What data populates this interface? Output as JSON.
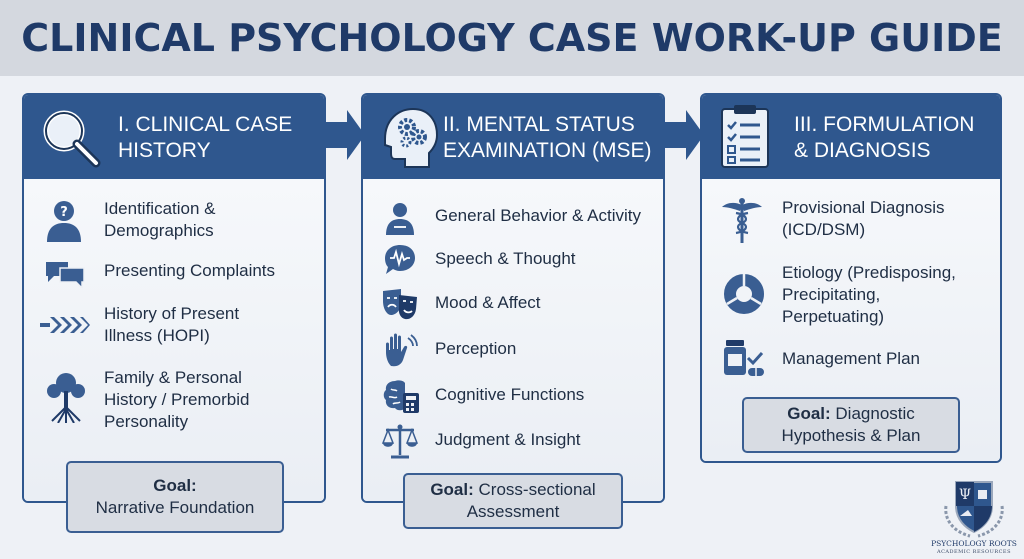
{
  "title": "CLINICAL PSYCHOLOGY CASE WORK-UP GUIDE",
  "colors": {
    "primary": "#2f578e",
    "title": "#1f3a68",
    "background": "#eef1f6",
    "goal_box": "#d8dce3"
  },
  "panels": [
    {
      "heading_line1": "I. CLINICAL CASE",
      "heading_line2": "HISTORY",
      "icon": "magnifier-icon",
      "items": [
        {
          "icon": "person-question-icon",
          "line1": "Identification &",
          "line2": "Demographics"
        },
        {
          "icon": "speech-bubbles-icon",
          "line1": "Presenting Complaints",
          "line2": ""
        },
        {
          "icon": "chevron-arrows-icon",
          "line1": "History of Present",
          "line2": "Illness (HOPI)"
        },
        {
          "icon": "family-tree-icon",
          "line1": "Family & Personal",
          "line2": "History / Premorbid",
          "line3": "Personality"
        }
      ],
      "goal_label": "Goal:",
      "goal_line1": "",
      "goal_line2": "Narrative Foundation"
    },
    {
      "heading_line1": "II. MENTAL STATUS",
      "heading_line2": "EXAMINATION (MSE)",
      "icon": "head-gears-icon",
      "items": [
        {
          "icon": "person-icon",
          "line1": "General Behavior & Activity"
        },
        {
          "icon": "speech-wave-icon",
          "line1": "Speech & Thought"
        },
        {
          "icon": "theater-masks-icon",
          "line1": "Mood & Affect"
        },
        {
          "icon": "hand-icon",
          "line1": "Perception"
        },
        {
          "icon": "brain-calculator-icon",
          "line1": "Cognitive Functions"
        },
        {
          "icon": "scales-icon",
          "line1": "Judgment & Insight"
        }
      ],
      "goal_label": "Goal:",
      "goal_line1": "Cross-sectional",
      "goal_line2": "Assessment"
    },
    {
      "heading_line1": "III. FORMULATION",
      "heading_line2": "& DIAGNOSIS",
      "icon": "clipboard-checklist-icon",
      "items": [
        {
          "icon": "caduceus-icon",
          "line1": "Provisional Diagnosis",
          "line2": "(ICD/DSM)"
        },
        {
          "icon": "donut-chart-icon",
          "line1": "Etiology (Predisposing,",
          "line2": "Precipitating,",
          "line3": "Perpetuating)"
        },
        {
          "icon": "pills-bottle-icon",
          "line1": "Management Plan"
        }
      ],
      "goal_label": "Goal:",
      "goal_line1": "Diagnostic",
      "goal_line2": "Hypothesis & Plan"
    }
  ],
  "logo": {
    "name": "PSYCHOLOGY ROOTS",
    "subtitle": "ACADEMIC RESOURCES"
  }
}
